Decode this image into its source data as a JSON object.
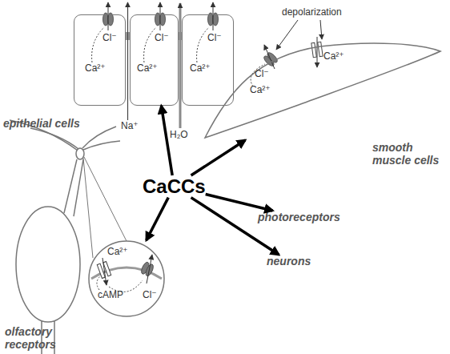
{
  "diagram": {
    "nodes": [
      {
        "text": [
          "Cl⁻",
          "Ca²⁺"
        ]
      },
      {
        "text": [
          "Cl⁻",
          "Ca²⁺"
        ]
      },
      {
        "text": [
          "Cl⁻",
          "Ca²⁺"
        ]
      },
      {
        "text": [
          "Ca²⁺",
          "Cl⁻",
          "Ca²⁺"
        ]
      },
      {
        "text": [
          "CaCCs"
        ]
      },
      {
        "text": [
          "photoreceptors"
        ]
      },
      {
        "text": [
          "neurons"
        ]
      },
      {
        "text": [
          "Ca²⁺",
          "cAMP",
          "Cl⁻"
        ]
      }
    ],
    "edges": [
      {
        "from": 4,
        "to": 1,
        "arrow": "to"
      },
      {
        "from": 4,
        "to": 3,
        "arrow": "to"
      },
      {
        "from": 4,
        "to": 5,
        "arrow": "to"
      },
      {
        "from": 4,
        "to": 6,
        "arrow": "to"
      },
      {
        "from": 4,
        "to": 7,
        "arrow": "to"
      }
    ],
    "labels": [
      "depolarization",
      "epithelial cells",
      "Na⁺",
      "H₂O",
      "smooth muscle cells",
      "olfactory receptors"
    ]
  }
}
